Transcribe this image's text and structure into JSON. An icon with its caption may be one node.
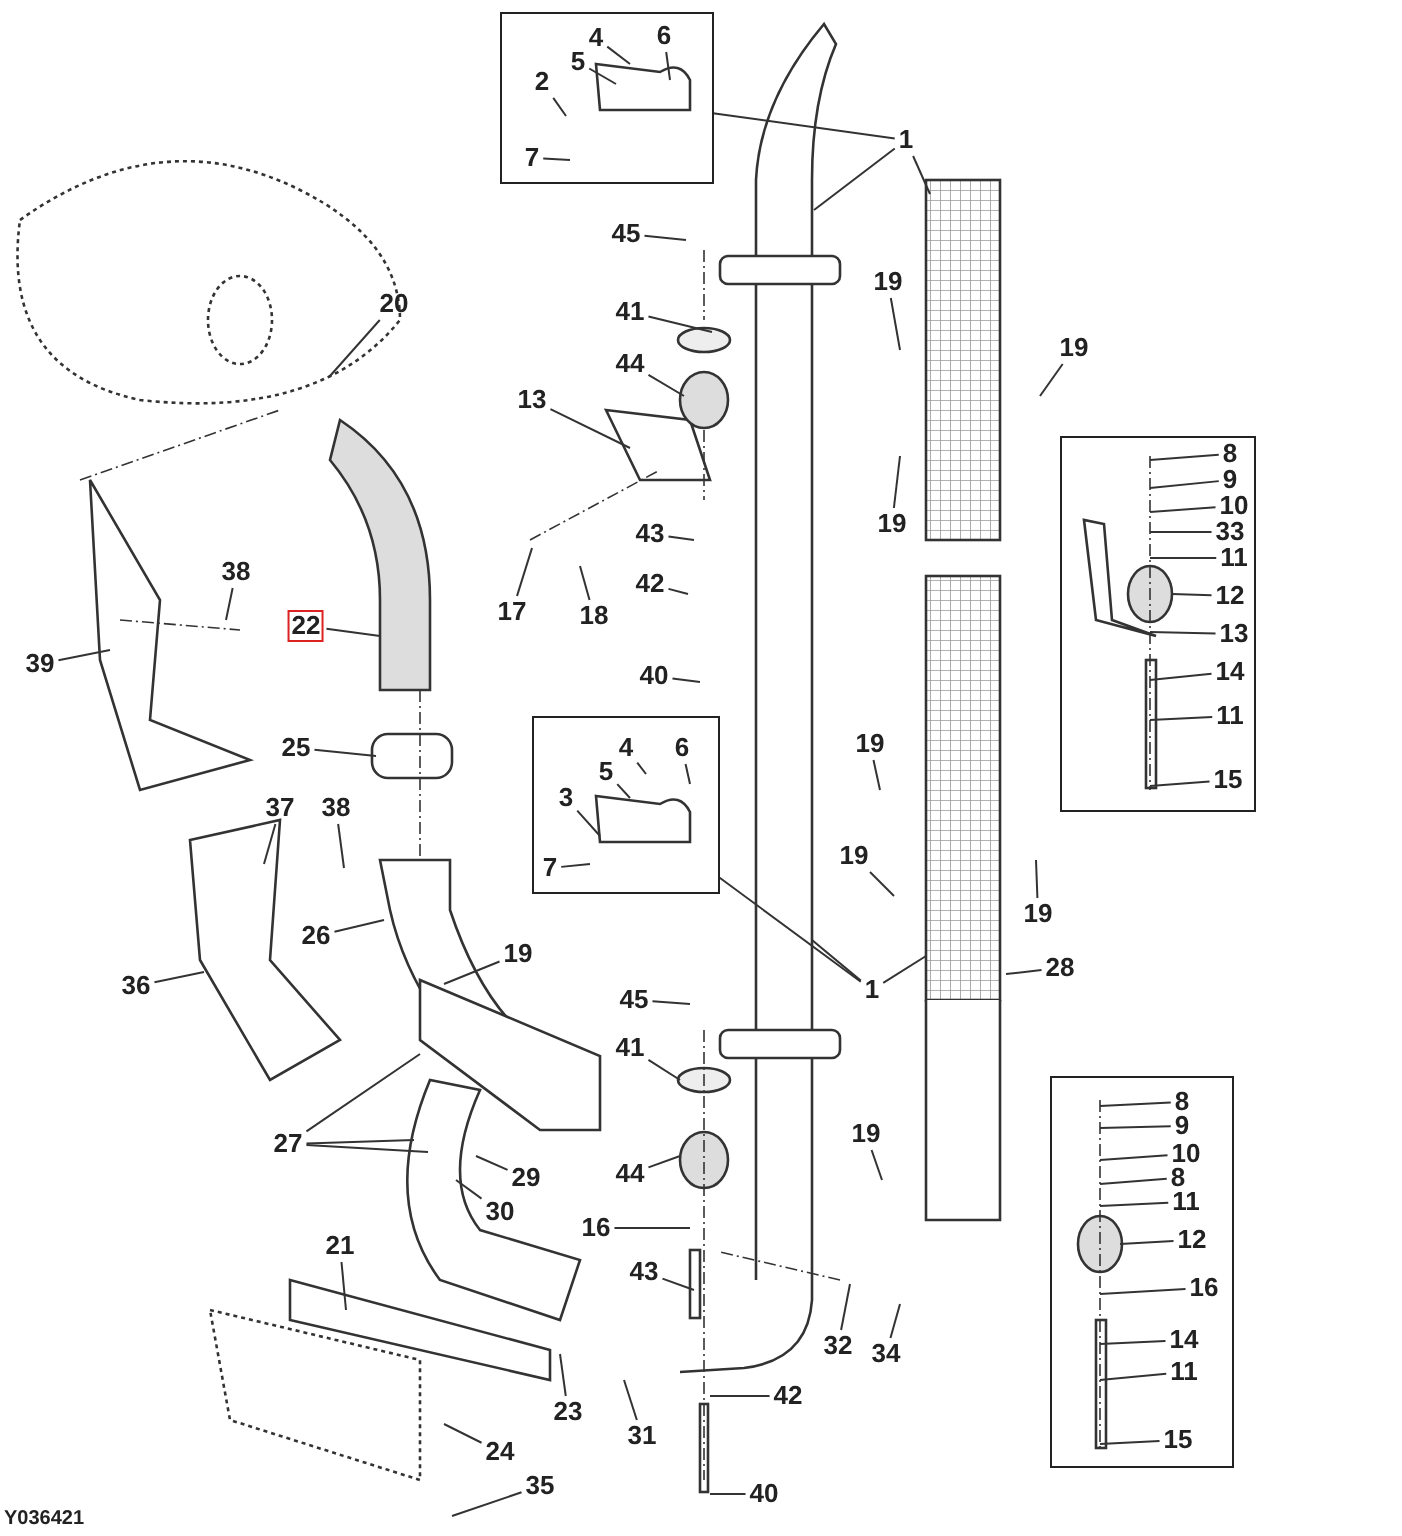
{
  "diagram": {
    "nodes": [
      {
        "text": [],
        "shape": "box"
      },
      {
        "text": [
          "4"
        ],
        "in": 0
      },
      {
        "text": [
          "6"
        ],
        "in": 0
      },
      {
        "text": [
          "5"
        ],
        "in": 0
      },
      {
        "text": [
          "2"
        ],
        "in": 0
      },
      {
        "text": [
          "7"
        ],
        "in": 0
      },
      {
        "text": [
          "1"
        ]
      },
      {
        "text": [
          "45"
        ]
      },
      {
        "text": [
          "41"
        ]
      },
      {
        "text": [
          "44"
        ]
      },
      {
        "text": [
          "13"
        ]
      },
      {
        "text": [
          "20"
        ]
      },
      {
        "text": [
          "19"
        ]
      },
      {
        "text": [
          "19"
        ]
      },
      {
        "text": [
          "17"
        ]
      },
      {
        "text": [
          "18"
        ]
      },
      {
        "text": [
          "43"
        ]
      },
      {
        "text": [
          "42"
        ]
      },
      {
        "text": [
          "19"
        ]
      },
      {
        "text": [
          "38"
        ]
      },
      {
        "text": [
          "22"
        ]
      },
      {
        "text": [
          "39"
        ]
      },
      {
        "text": [
          "40"
        ]
      },
      {
        "text": [],
        "shape": "box"
      },
      {
        "text": [
          "8"
        ],
        "in": 23
      },
      {
        "text": [
          "9"
        ],
        "in": 23
      },
      {
        "text": [
          "10"
        ],
        "in": 23
      },
      {
        "text": [
          "33"
        ],
        "in": 23
      },
      {
        "text": [
          "11"
        ],
        "in": 23
      },
      {
        "text": [
          "12"
        ],
        "in": 23
      },
      {
        "text": [
          "13"
        ],
        "in": 23
      },
      {
        "text": [
          "14"
        ],
        "in": 23
      },
      {
        "text": [
          "11"
        ],
        "in": 23
      },
      {
        "text": [
          "15"
        ],
        "in": 23
      },
      {
        "text": [
          "25"
        ]
      },
      {
        "text": [],
        "shape": "box"
      },
      {
        "text": [
          "4"
        ],
        "in": 35
      },
      {
        "text": [
          "6"
        ],
        "in": 35
      },
      {
        "text": [
          "5"
        ],
        "in": 35
      },
      {
        "text": [
          "3"
        ],
        "in": 35
      },
      {
        "text": [
          "7"
        ],
        "in": 35
      },
      {
        "text": [
          "19"
        ]
      },
      {
        "text": [
          "37"
        ]
      },
      {
        "text": [
          "38"
        ]
      },
      {
        "text": [
          "19"
        ]
      },
      {
        "text": [
          "19"
        ]
      },
      {
        "text": [
          "26"
        ]
      },
      {
        "text": [
          "1"
        ]
      },
      {
        "text": [
          "28"
        ]
      },
      {
        "text": [
          "19"
        ]
      },
      {
        "text": [
          "36"
        ]
      },
      {
        "text": [
          "45"
        ]
      },
      {
        "text": [
          "41"
        ]
      },
      {
        "text": [
          "27"
        ]
      },
      {
        "text": [
          "19"
        ]
      },
      {
        "text": [
          "44"
        ]
      },
      {
        "text": [
          "29"
        ]
      },
      {
        "text": [
          "30"
        ]
      },
      {
        "text": [
          "16"
        ]
      },
      {
        "text": [
          "43"
        ]
      },
      {
        "text": [
          "21"
        ]
      },
      {
        "text": [
          "32"
        ]
      },
      {
        "text": [
          "34"
        ]
      },
      {
        "text": [
          "42"
        ]
      },
      {
        "text": [
          "23"
        ]
      },
      {
        "text": [
          "31"
        ]
      },
      {
        "text": [
          "24"
        ]
      },
      {
        "text": [
          "35"
        ]
      },
      {
        "text": [
          "40"
        ]
      },
      {
        "text": [],
        "shape": "box"
      },
      {
        "text": [
          "8"
        ],
        "in": 69
      },
      {
        "text": [
          "9"
        ],
        "in": 69
      },
      {
        "text": [
          "10"
        ],
        "in": 69
      },
      {
        "text": [
          "8"
        ],
        "in": 69
      },
      {
        "text": [
          "11"
        ],
        "in": 69
      },
      {
        "text": [
          "12"
        ],
        "in": 69
      },
      {
        "text": [
          "16"
        ],
        "in": 69
      },
      {
        "text": [
          "14"
        ],
        "in": 69
      },
      {
        "text": [
          "11"
        ],
        "in": 69
      },
      {
        "text": [
          "15"
        ],
        "in": 69
      }
    ],
    "edges": [
      {
        "from": 1,
        "to": null,
        "arrow": "none"
      },
      {
        "from": 2,
        "to": null,
        "arrow": "none"
      },
      {
        "from": 3,
        "to": null,
        "arrow": "none"
      },
      {
        "from": 4,
        "to": null,
        "arrow": "none"
      },
      {
        "from": 5,
        "to": null,
        "arrow": "none"
      },
      {
        "from": 6,
        "to": 0,
        "arrow": "none"
      },
      {
        "from": 6,
        "to": null,
        "arrow": "none"
      },
      {
        "from": 6,
        "to": null,
        "arrow": "none"
      },
      {
        "from": 7,
        "to": null,
        "arrow": "none"
      },
      {
        "from": 8,
        "to": null,
        "arrow": "none"
      },
      {
        "from": 9,
        "to": null,
        "arrow": "none"
      },
      {
        "from": 10,
        "to": null,
        "arrow": "none"
      },
      {
        "from": 11,
        "to": null,
        "arrow": "none"
      },
      {
        "from": 12,
        "to": null,
        "arrow": "none"
      },
      {
        "from": 13,
        "to": null,
        "arrow": "none"
      },
      {
        "from": 14,
        "to": null,
        "arrow": "none"
      },
      {
        "from": 15,
        "to": null,
        "arrow": "none"
      },
      {
        "from": 16,
        "to": null,
        "arrow": "none"
      },
      {
        "from": 17,
        "to": null,
        "arrow": "none"
      },
      {
        "from": 18,
        "to": null,
        "arrow": "none"
      },
      {
        "from": 19,
        "to": null,
        "arrow": "none"
      },
      {
        "from": 20,
        "to": null,
        "arrow": "none"
      },
      {
        "from": 21,
        "to": null,
        "arrow": "none"
      },
      {
        "from": 22,
        "to": null,
        "arrow": "none"
      },
      {
        "from": 24,
        "to": null,
        "arrow": "none"
      },
      {
        "from": 25,
        "to": null,
        "arrow": "none"
      },
      {
        "from": 26,
        "to": null,
        "arrow": "none"
      },
      {
        "from": 27,
        "to": null,
        "arrow": "none"
      },
      {
        "from": 28,
        "to": null,
        "arrow": "none"
      },
      {
        "from": 29,
        "to": null,
        "arrow": "none"
      },
      {
        "from": 30,
        "to": null,
        "arrow": "none"
      },
      {
        "from": 31,
        "to": null,
        "arrow": "none"
      },
      {
        "from": 32,
        "to": null,
        "arrow": "none"
      },
      {
        "from": 33,
        "to": null,
        "arrow": "none"
      },
      {
        "from": 34,
        "to": null,
        "arrow": "none"
      },
      {
        "from": 36,
        "to": null,
        "arrow": "none"
      },
      {
        "from": 37,
        "to": null,
        "arrow": "none"
      },
      {
        "from": 38,
        "to": null,
        "arrow": "none"
      },
      {
        "from": 39,
        "to": null,
        "arrow": "none"
      },
      {
        "from": 40,
        "to": null,
        "arrow": "none"
      },
      {
        "from": 41,
        "to": null,
        "arrow": "none"
      },
      {
        "from": 42,
        "to": null,
        "arrow": "none"
      },
      {
        "from": 43,
        "to": null,
        "arrow": "none"
      },
      {
        "from": 44,
        "to": null,
        "arrow": "none"
      },
      {
        "from": 45,
        "to": null,
        "arrow": "none"
      },
      {
        "from": 46,
        "to": null,
        "arrow": "none"
      },
      {
        "from": 47,
        "to": 35,
        "arrow": "none"
      },
      {
        "from": 47,
        "to": null,
        "arrow": "none"
      },
      {
        "from": 47,
        "to": null,
        "arrow": "none"
      },
      {
        "from": 48,
        "to": null,
        "arrow": "none"
      },
      {
        "from": 49,
        "to": null,
        "arrow": "none"
      },
      {
        "from": 50,
        "to": null,
        "arrow": "none"
      },
      {
        "from": 51,
        "to": null,
        "arrow": "none"
      },
      {
        "from": 52,
        "to": null,
        "arrow": "none"
      },
      {
        "from": 53,
        "to": null,
        "arrow": "none"
      },
      {
        "from": 53,
        "to": null,
        "arrow": "none"
      },
      {
        "from": 53,
        "to": null,
        "arrow": "none"
      },
      {
        "from": 54,
        "to": null,
        "arrow": "none"
      },
      {
        "from": 55,
        "to": null,
        "arrow": "none"
      },
      {
        "from": 56,
        "to": null,
        "arrow": "none"
      },
      {
        "from": 57,
        "to": null,
        "arrow": "none"
      },
      {
        "from": 58,
        "to": null,
        "arrow": "none"
      },
      {
        "from": 59,
        "to": null,
        "arrow": "none"
      },
      {
        "from": 60,
        "to": null,
        "arrow": "none"
      },
      {
        "from": 61,
        "to": null,
        "arrow": "none"
      },
      {
        "from": 62,
        "to": null,
        "arrow": "none"
      },
      {
        "from": 63,
        "to": null,
        "arrow": "none"
      },
      {
        "from": 64,
        "to": null,
        "arrow": "none"
      },
      {
        "from": 65,
        "to": null,
        "arrow": "none"
      },
      {
        "from": 66,
        "to": null,
        "arrow": "none"
      },
      {
        "from": 67,
        "to": null,
        "arrow": "none"
      },
      {
        "from": 68,
        "to": null,
        "arrow": "none"
      },
      {
        "from": 70,
        "to": null,
        "arrow": "none"
      },
      {
        "from": 71,
        "to": null,
        "arrow": "none"
      },
      {
        "from": 72,
        "to": null,
        "arrow": "none"
      },
      {
        "from": 73,
        "to": null,
        "arrow": "none"
      },
      {
        "from": 74,
        "to": null,
        "arrow": "none"
      },
      {
        "from": 75,
        "to": null,
        "arrow": "none"
      },
      {
        "from": 76,
        "to": null,
        "arrow": "none"
      },
      {
        "from": 77,
        "to": null,
        "arrow": "none"
      },
      {
        "from": 78,
        "to": null,
        "arrow": "none"
      },
      {
        "from": 79,
        "to": null,
        "arrow": "none"
      }
    ],
    "labels": [
      "Y036421"
    ]
  }
}
